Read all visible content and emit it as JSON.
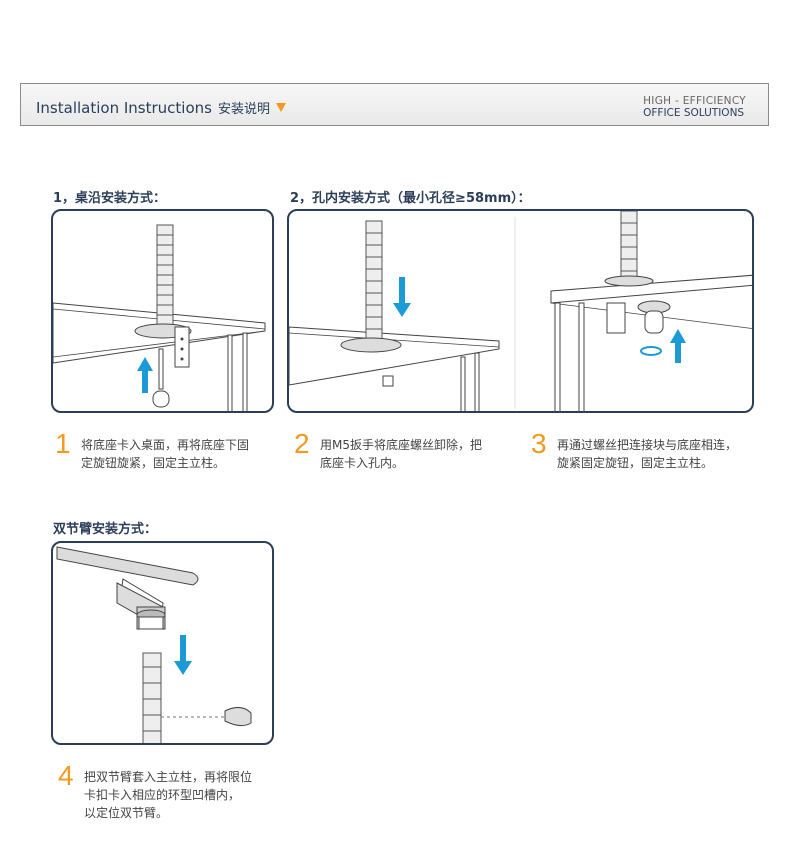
{
  "header": {
    "title": "Installation Instructions",
    "title_cn": "安装说明",
    "brand_line1": "HIGH  - EFFICIENCY",
    "brand_line2": "OFFICE SOLUTIONS"
  },
  "sections": {
    "desk_edge": "1，桌沿安装方式：",
    "hole": "2，孔内安装方式（最小孔径≥58mm）：",
    "double_arm": "双节臂安装方式："
  },
  "steps": [
    {
      "num": "1",
      "lines": [
        "将底座卡入桌面，再将底座下固",
        "定旋钮旋紧，固定主立柱。"
      ]
    },
    {
      "num": "2",
      "lines": [
        "用M5扳手将底座螺丝卸除，把",
        "底座卡入孔内。"
      ]
    },
    {
      "num": "3",
      "lines": [
        "再通过螺丝把连接块与底座相连，",
        "旋紧固定旋钮，固定主立柱。"
      ]
    },
    {
      "num": "4",
      "lines": [
        "把双节臂套入主立柱，再将限位",
        "卡扣卡入相应的环型凹槽内，",
        "以定位双节臂。"
      ]
    }
  ],
  "colors": {
    "accent": "#f29a1f",
    "arrow": "#1b9ad6",
    "frame": "#2c3e55",
    "heading": "#2b3f5a"
  }
}
